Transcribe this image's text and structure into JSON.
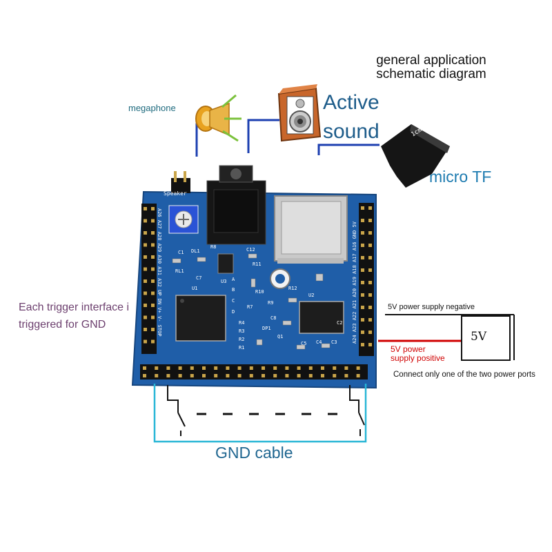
{
  "title": "general application\nschematic diagram",
  "labels": {
    "megaphone": "megaphone",
    "active_sound": "Active\nsound",
    "micro_tf": "micro TF",
    "trigger_note": "Each trigger interface i\ntriggered for GND",
    "power_negative": "5V power supply negative",
    "power_positive": "5V power\n supply positive",
    "power_note": "Connect only one of the two power ports",
    "gnd_cable": "GND cable",
    "box_5v": "5V",
    "sd_card_text": "1cm"
  },
  "board": {
    "top_silk": "Speaker",
    "left_pins": "A26 A27 A28 A29 A30 A31 A32 UP DN V+ V- STOP",
    "right_pins": "A24 A23 A22 A21 A20 A19 A18 A17 A16 GND 5V",
    "parts": [
      "C1",
      "DL1",
      "RL1",
      "C7",
      "U3",
      "C12",
      "R8",
      "R7",
      "R11",
      "R9",
      "R10",
      "R12",
      "C8",
      "U1",
      "U2",
      "Q1",
      "A",
      "B",
      "C",
      "D",
      "R4",
      "R3",
      "R2",
      "R1",
      "DP1",
      "C5",
      "C4",
      "C3",
      "C2"
    ]
  },
  "colors": {
    "pcb_blue": "#1f5ea8",
    "wire_blue": "#1c3fb0",
    "gnd_cyan": "#28b6d6",
    "positive_red": "#d00000"
  }
}
